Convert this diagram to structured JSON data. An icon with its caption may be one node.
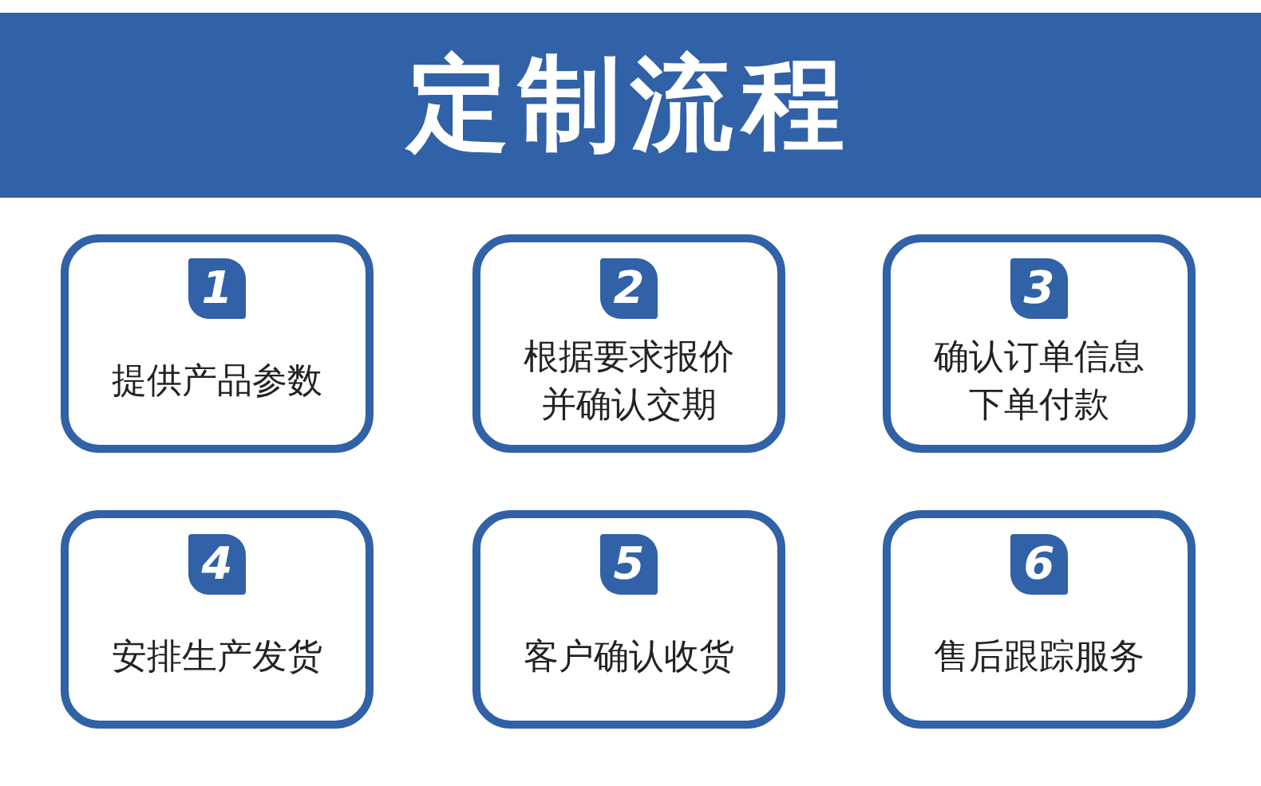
{
  "diagram": {
    "title": "定制流程",
    "nodes": [
      {
        "text": [
          "1",
          "提供产品参数"
        ]
      },
      {
        "text": [
          "2",
          "根据要求报价并确认交期"
        ]
      },
      {
        "text": [
          "3",
          "确认订单信息下单付款"
        ]
      },
      {
        "text": [
          "4",
          "安排生产发货"
        ]
      },
      {
        "text": [
          "5",
          "客户确认收货"
        ]
      },
      {
        "text": [
          "6",
          "售后跟踪服务"
        ]
      }
    ]
  }
}
